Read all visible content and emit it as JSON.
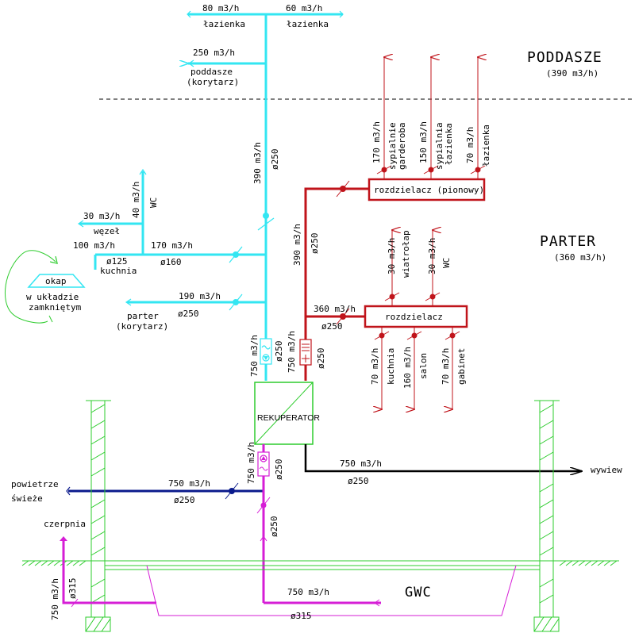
{
  "zones": {
    "poddasze": "PODDASZE",
    "poddasze_flow": "(390 m3/h)",
    "parter": "PARTER",
    "parter_flow": "(360 m3/h)",
    "gwc": "GWC"
  },
  "supply": {
    "lazienka_1_flow": "80 m3/h",
    "lazienka_1_label": "łazienka",
    "lazienka_2_flow": "60 m3/h",
    "lazienka_2_label": "łazienka",
    "poddasze_korytarz_flow": "250 m3/h",
    "poddasze_korytarz_label1": "poddasze",
    "poddasze_korytarz_label2": "(korytarz)",
    "riser_flow": "390 m3/h",
    "riser_diam": "ø250",
    "wc_flow": "40 m3/h",
    "wc_label": "WC",
    "wezel_flow": "30 m3/h",
    "wezel_label": "węzeł",
    "kuchnia_flow": "100 m3/h",
    "kuchnia_diam": "ø125",
    "kuchnia_label": "kuchnia",
    "branch_flow": "170 m3/h",
    "branch_diam": "ø160",
    "parter_korytarz_flow": "190 m3/h",
    "parter_korytarz_diam": "ø250",
    "parter_korytarz_label1": "parter",
    "parter_korytarz_label2": "(korytarz)",
    "main_flow": "750 m3/h",
    "main_diam": "ø250"
  },
  "hood": {
    "label": "okap",
    "note1": "w układzie",
    "note2": "zamkniętym"
  },
  "extract": {
    "distributor_vertical": "rozdzielacz (pionowy)",
    "distributor": "rozdzielacz",
    "riser_flow": "390 m3/h",
    "riser_diam": "ø250",
    "sypialnie_garderoba_flow": "170 m3/h",
    "sypialnie_garderoba_label1": "sypialnie",
    "sypialnie_garderoba_label2": "garderoba",
    "sypialnia_lazienka_flow": "150 m3/h",
    "sypialnia_lazienka_label1": "sypialnia",
    "sypialnia_lazienka_label2": "łazienka",
    "lazienka_flow": "70 m3/h",
    "lazienka_label": "łazienka",
    "wiatrolap_flow": "30 m3/h",
    "wiatrolap_label": "wiatrołap",
    "wc_flow": "30 m3/h",
    "wc_label": "WC",
    "parter_flow": "360 m3/h",
    "parter_diam": "ø250",
    "kuchnia_flow": "70 m3/h",
    "kuchnia_label": "kuchnia",
    "salon_flow": "160 m3/h",
    "salon_label": "salon",
    "gabinet_flow": "70 m3/h",
    "gabinet_label": "gabinet",
    "main_flow": "750 m3/h",
    "main_diam": "ø250"
  },
  "recuperator": {
    "label": "REKUPERATOR"
  },
  "exhaust": {
    "flow": "750 m3/h",
    "diam": "ø250",
    "label": "wywiew"
  },
  "intake": {
    "label1": "powietrze",
    "label2": "świeże",
    "flow": "750 m3/h",
    "diam": "ø250",
    "vertical_flow": "750 m3/h",
    "vertical_diam": "ø250",
    "lower_diam": "ø250"
  },
  "gwc_loop": {
    "czerpnia": "czerpnia",
    "flow_vertical": "750 m3/h",
    "diam_vertical": "ø315",
    "flow": "750 m3/h",
    "diam": "ø315"
  },
  "colors": {
    "supply": "#33e6f2",
    "extract": "#c0141b",
    "fresh": "#0a1a8c",
    "exhaust": "#000000",
    "gwc": "#d61ed6",
    "walls": "#2ecc2e"
  }
}
